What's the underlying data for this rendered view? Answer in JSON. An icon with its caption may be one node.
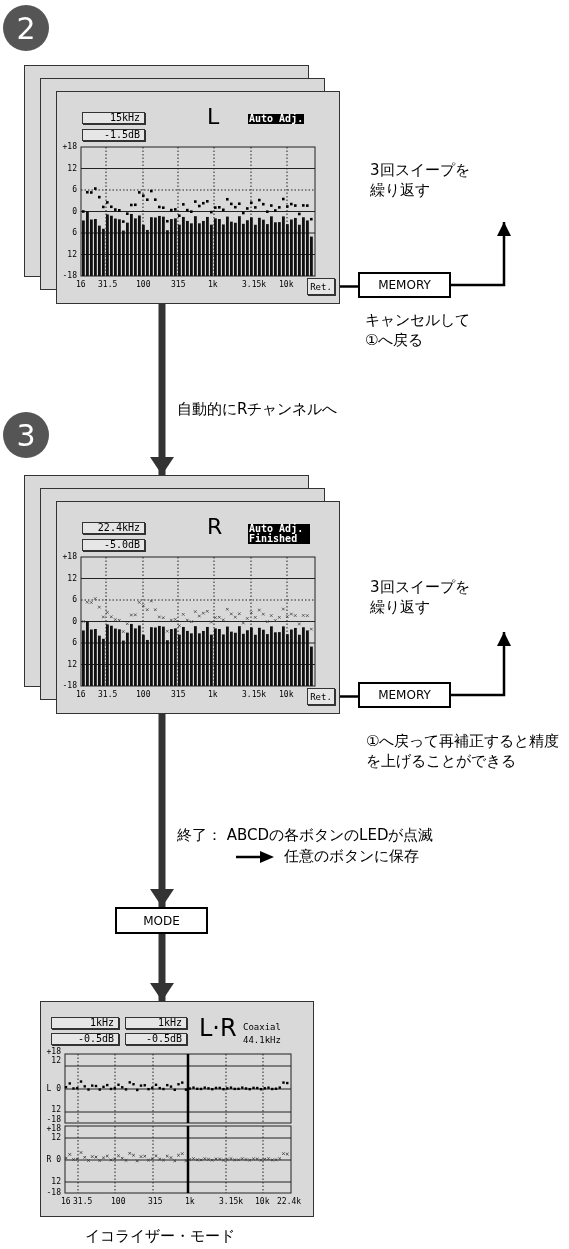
{
  "diagram": {
    "nodes": [
      {
        "text": [
          "2"
        ]
      },
      {
        "text": [
          "L",
          "Auto Adj."
        ]
      },
      {
        "text": [
          "15kHz"
        ],
        "in": 1
      },
      {
        "text": [
          "-1.5dB"
        ],
        "in": 1
      },
      {
        "text": [
          "Ret."
        ],
        "in": 1
      },
      {
        "text": [
          "MEMORY"
        ],
        "beside": [
          "キャンセルして①へ戻る"
        ]
      },
      {
        "text": [
          "3"
        ]
      },
      {
        "text": [
          "R",
          "Auto Adj. Finished"
        ]
      },
      {
        "text": [
          "22.4kHz"
        ],
        "in": 7
      },
      {
        "text": [
          "-5.0dB"
        ],
        "in": 7
      },
      {
        "text": [
          "Ret."
        ],
        "in": 7
      },
      {
        "text": [
          "MEMORY"
        ],
        "beside": [
          "①へ戻って再補正すると精度を上げることができる"
        ]
      },
      {
        "text": [
          "MODE"
        ]
      },
      {
        "text": [
          "L·R",
          "Coaxial 44.1kHz"
        ],
        "beside": [
          "イコライザー・モード"
        ]
      },
      {
        "text": [
          "1kHz"
        ],
        "in": 13
      },
      {
        "text": [
          "-0.5dB"
        ],
        "in": 13
      },
      {
        "text": [
          "1kHz"
        ],
        "in": 13
      },
      {
        "text": [
          "-0.5dB"
        ],
        "in": 13
      }
    ],
    "edges": [
      {
        "from": 4,
        "to": 5,
        "arrow": "none"
      },
      {
        "from": 5,
        "to": null,
        "arrow": "to"
      },
      {
        "from": 1,
        "to": 7,
        "arrow": "to",
        "label": "自動的にRチャンネルへ",
        "style": "thick"
      },
      {
        "from": 10,
        "to": 11,
        "arrow": "none"
      },
      {
        "from": 11,
        "to": null,
        "arrow": "to"
      },
      {
        "from": 7,
        "to": 12,
        "arrow": "to",
        "label": "終了： ABCDの各ボタンのLEDが点滅",
        "style": "thick"
      },
      {
        "from": 12,
        "to": 13,
        "arrow": "to",
        "style": "thick"
      }
    ],
    "labels": [
      "3回スイープを繰り返す",
      "+18",
      "12",
      "6",
      "0",
      "6",
      "12",
      "-18",
      "16",
      "31.5",
      "100",
      "315",
      "1k",
      "3.15k",
      "10k",
      "3回スイープを繰り返す",
      "+18",
      "12",
      "6",
      "0",
      "6",
      "12",
      "-18",
      "16",
      "31.5",
      "100",
      "315",
      "1k",
      "3.15k",
      "10k",
      "任意のボタンに保存",
      "+18",
      "12",
      "L 0",
      "12",
      "-18",
      "+18",
      "12",
      "R 0",
      "12",
      "-18",
      "16",
      "31.5",
      "100",
      "315",
      "1k",
      "3.15k",
      "10k",
      "22.4k"
    ]
  }
}
